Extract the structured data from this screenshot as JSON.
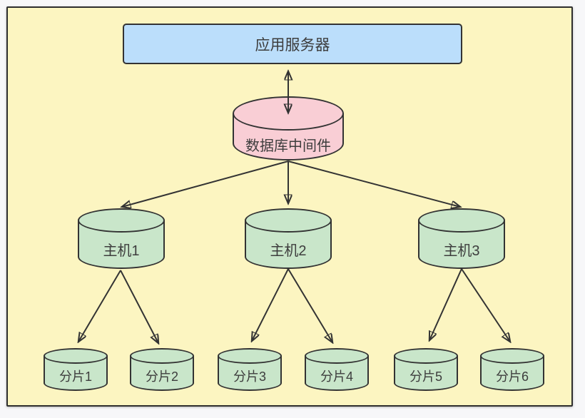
{
  "diagram": {
    "type": "architecture",
    "colors": {
      "page_background": "#f7f7f9",
      "canvas_background": "#fcf5c1",
      "canvas_border": "#2e2e2e",
      "connector_line": "#333333",
      "text": "#3d3d3d",
      "app_server_fill": "#bbdefb",
      "middleware_fill": "#f9ced5",
      "host_fill": "#c9e6ca",
      "shard_fill": "#c9e6ca"
    },
    "nodes": {
      "app_server": {
        "label": "应用服务器",
        "shape": "rectangle"
      },
      "middleware": {
        "label": "数据库中间件",
        "shape": "cylinder"
      },
      "hosts": [
        {
          "label": "主机1",
          "shape": "cylinder"
        },
        {
          "label": "主机2",
          "shape": "cylinder"
        },
        {
          "label": "主机3",
          "shape": "cylinder"
        }
      ],
      "shards": [
        {
          "label": "分片1",
          "shape": "cylinder"
        },
        {
          "label": "分片2",
          "shape": "cylinder"
        },
        {
          "label": "分片3",
          "shape": "cylinder"
        },
        {
          "label": "分片4",
          "shape": "cylinder"
        },
        {
          "label": "分片5",
          "shape": "cylinder"
        },
        {
          "label": "分片6",
          "shape": "cylinder"
        }
      ]
    },
    "edges": [
      {
        "from": "应用服务器",
        "to": "数据库中间件",
        "style": "bidirectional-arrow"
      },
      {
        "from": "数据库中间件",
        "to": "主机1",
        "style": "arrow"
      },
      {
        "from": "数据库中间件",
        "to": "主机2",
        "style": "arrow"
      },
      {
        "from": "数据库中间件",
        "to": "主机3",
        "style": "arrow"
      },
      {
        "from": "主机1",
        "to": "分片1",
        "style": "arrow"
      },
      {
        "from": "主机1",
        "to": "分片2",
        "style": "arrow"
      },
      {
        "from": "主机2",
        "to": "分片3",
        "style": "arrow"
      },
      {
        "from": "主机2",
        "to": "分片4",
        "style": "arrow"
      },
      {
        "from": "主机3",
        "to": "分片5",
        "style": "arrow"
      },
      {
        "from": "主机3",
        "to": "分片6",
        "style": "arrow"
      }
    ]
  }
}
